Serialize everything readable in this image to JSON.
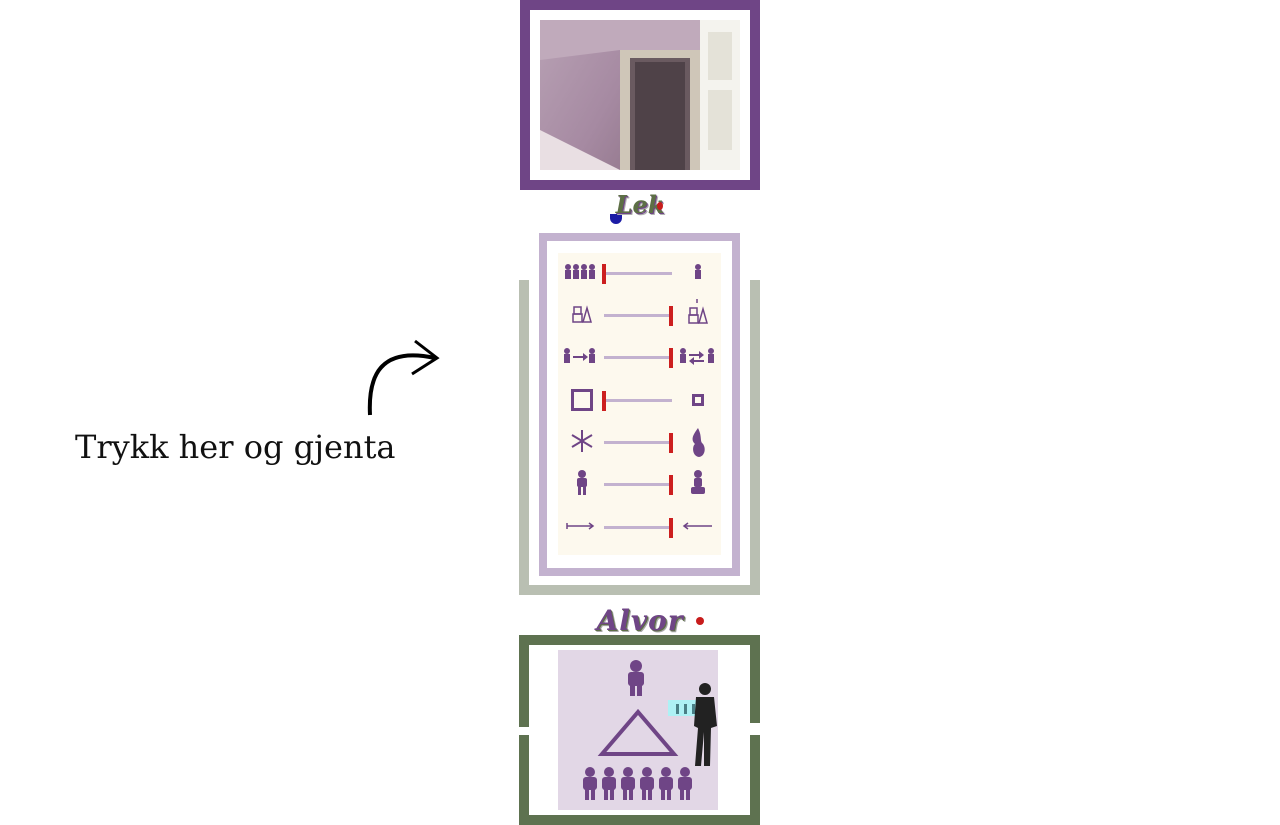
{
  "instruction": {
    "text": "Trykk her og gjenta"
  },
  "titles": {
    "lek": "Lek",
    "alvor": "Alvor"
  },
  "colors": {
    "purple": "#6f4586",
    "lavender": "#c3b2cf",
    "olive": "#5e7250",
    "gray_bracket": "#b9bfb2",
    "marker_red": "#cc1f1f",
    "panel_cream": "#fdf9ee"
  },
  "scale": {
    "rows": [
      {
        "left_icon": "group-of-people-icon",
        "right_icon": "single-person-icon",
        "level": 0
      },
      {
        "left_icon": "block-shapes-icon",
        "right_icon": "block-shapes-exclaim-icon",
        "level": 1
      },
      {
        "left_icon": "one-way-exchange-icon",
        "right_icon": "two-way-exchange-icon",
        "level": 1
      },
      {
        "left_icon": "large-square-icon",
        "right_icon": "small-square-icon",
        "level": 0
      },
      {
        "left_icon": "snowflake-icon",
        "right_icon": "flame-icon",
        "level": 1
      },
      {
        "left_icon": "standing-person-icon",
        "right_icon": "sitting-person-icon",
        "level": 1
      },
      {
        "left_icon": "arrow-outward-icon",
        "right_icon": "arrow-inward-icon",
        "level": 1
      }
    ]
  },
  "icons": {
    "photo": "room-doorway-photo",
    "arrow": "curved-arrow-icon",
    "diagram_triangle": "triangle-icon",
    "diagram_leader": "leader-person-icon",
    "diagram_group": "group-of-people-icon"
  }
}
